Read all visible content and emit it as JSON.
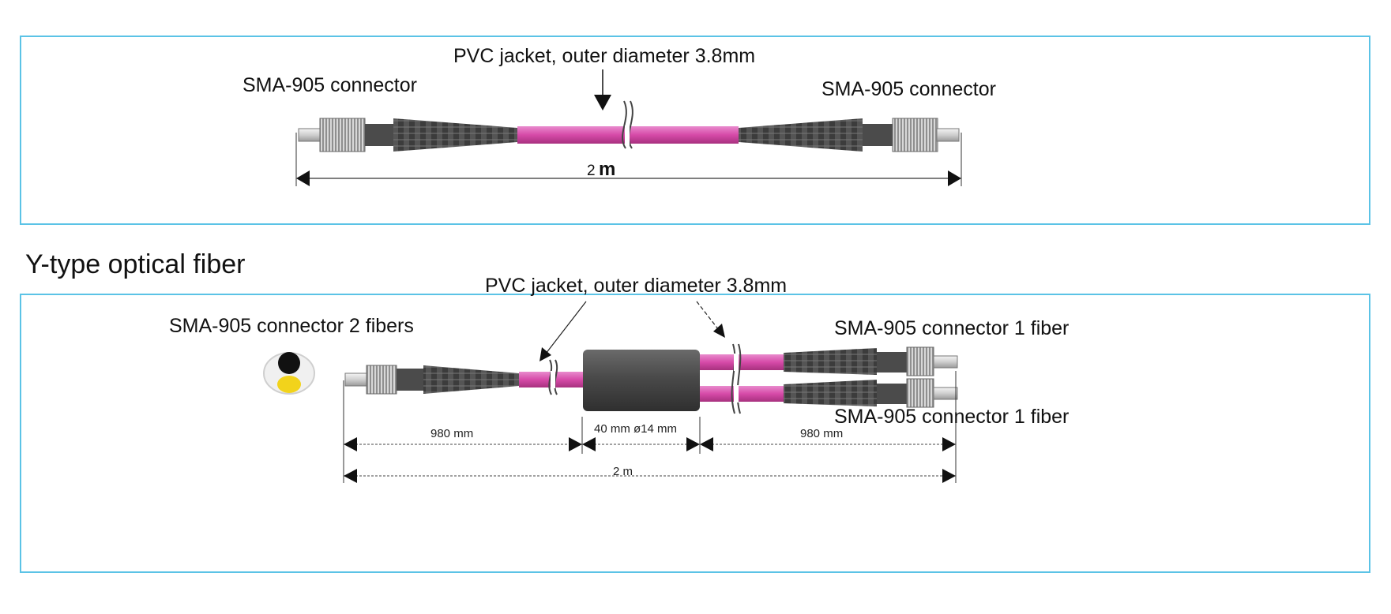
{
  "colors": {
    "frame": "#5bc3e6",
    "jacket": "#d64aa8",
    "jacket_light": "#e98bcd",
    "boot": "#5a5a5a",
    "nut": "#cfcfcf",
    "ferrule": "#dddddd",
    "housing": "#4a4a4a",
    "fiber_core_black": "#111111",
    "fiber_core_yellow": "#f2d31b"
  },
  "top_panel": {
    "jacket_label": "PVC jacket, outer diameter 3.8mm",
    "left_connector": "SMA-905 connector",
    "right_connector": "SMA-905 connector",
    "length_number": "2",
    "length_unit": "m"
  },
  "heading": "Y-type optical fiber",
  "bottom_panel": {
    "jacket_label": "PVC jacket, outer diameter 3.8mm",
    "left_connector": "SMA-905 connector  2 fibers",
    "right_connector_top": "SMA-905 connector  1 fiber",
    "right_connector_bottom": "SMA-905 connector   1 fiber",
    "dim_left": "980 mm",
    "dim_middle": "40 mm  ø14 mm",
    "dim_right": "980 mm",
    "dim_total": "2 m"
  }
}
